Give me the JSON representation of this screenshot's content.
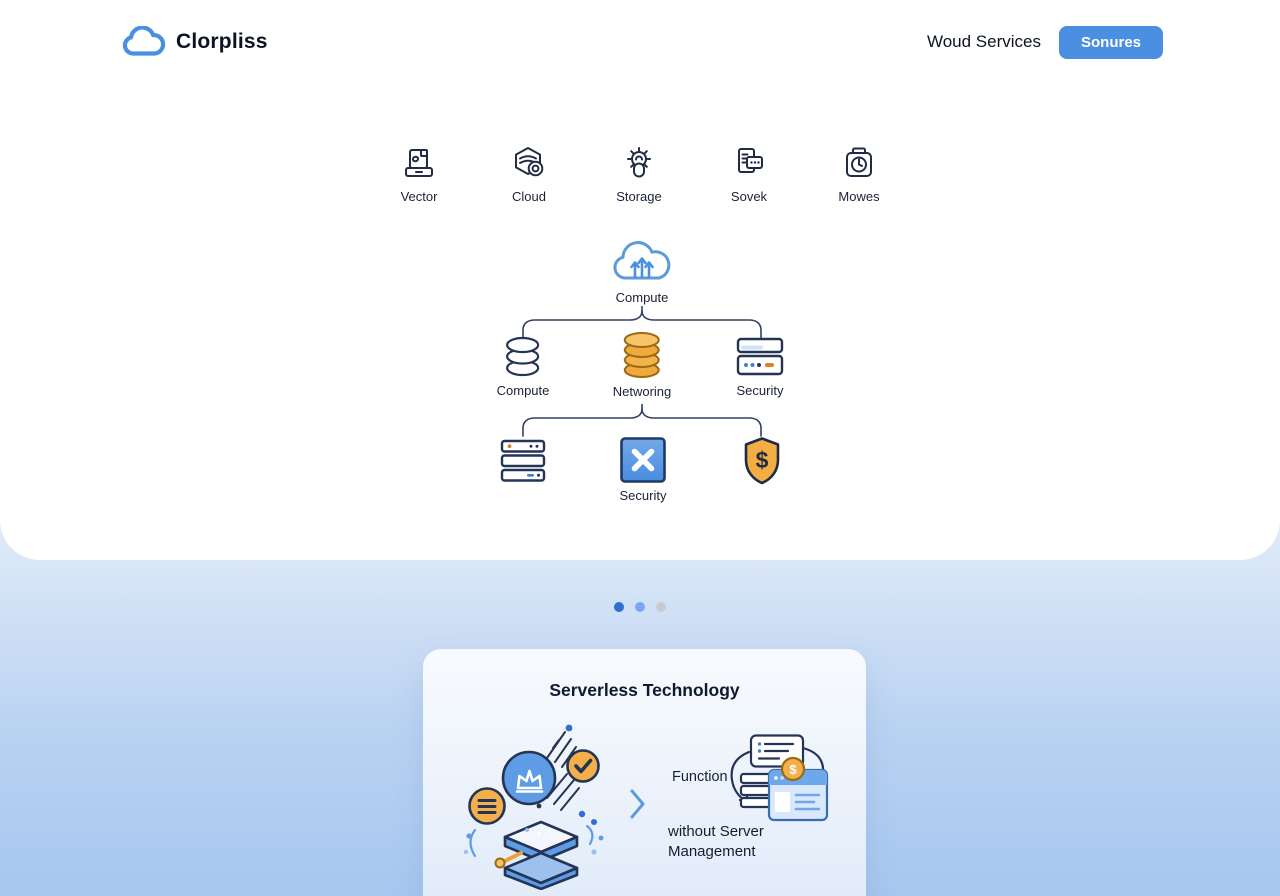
{
  "header": {
    "brand": "Clorpliss",
    "nav_link": "Woud Services",
    "cta": "Sonures"
  },
  "services": [
    {
      "label": "Vector",
      "icon": "scanner-doc-icon"
    },
    {
      "label": "Cloud",
      "icon": "hex-database-icon"
    },
    {
      "label": "Storage",
      "icon": "gear-lock-icon"
    },
    {
      "label": "Sovek",
      "icon": "doc-chat-icon"
    },
    {
      "label": "Mowes",
      "icon": "timer-case-icon"
    }
  ],
  "diagram": {
    "root": {
      "label": "Compute",
      "icon": "cloud-upload-icon"
    },
    "level2": [
      {
        "label": "Compute",
        "icon": "disk-stack-icon"
      },
      {
        "label": "Networing",
        "icon": "coin-stack-icon"
      },
      {
        "label": "Security",
        "icon": "credit-card-icon"
      }
    ],
    "level3": [
      {
        "label": "",
        "icon": "server-rack-icon"
      },
      {
        "label": "Security",
        "icon": "x-square-icon"
      },
      {
        "label": "",
        "icon": "shield-dollar-icon"
      }
    ]
  },
  "carousel": {
    "dots": [
      "active",
      "semi",
      "inactive"
    ]
  },
  "card": {
    "title": "Serverless Technology",
    "function_label": "Function",
    "without_label": "without Server\nManagement"
  },
  "colors": {
    "accent_blue": "#4a8fe2",
    "logo_blue": "#4a90e2",
    "navy_stroke": "#243455",
    "orange": "#f5b54a",
    "dot_active": "#2f6fd0",
    "dot_semi": "#7aa9ea",
    "dot_inactive": "#c7cbd1"
  }
}
